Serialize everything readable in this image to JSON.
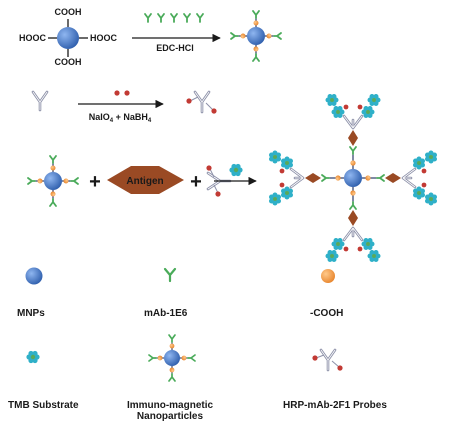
{
  "reaction1": {
    "group_top": "COOH",
    "group_left": "HOOC",
    "group_right": "HOOC",
    "group_bottom": "COOH",
    "reagent": "EDC-HCl"
  },
  "reaction2": {
    "reagent_main": "NaIO",
    "reagent_sub1": "4",
    "reagent_plus": " + NaBH",
    "reagent_sub2": "4"
  },
  "reaction3": {
    "antigen_label": "Antigen",
    "plus_sign": "+"
  },
  "legend": {
    "mnps": "MNPs",
    "mab": "mAb-1E6",
    "cooh": "-COOH",
    "tmb": "TMB Substrate",
    "immuno_line1": "Immuno-magnetic",
    "immuno_line2": "Nanoparticles",
    "hrp": "HRP-mAb-2F1 Probes"
  },
  "colors": {
    "particle": "#3f73c4",
    "carboxyl": "#ee9640",
    "antibody_green": "#4aab5a",
    "antibody_gray": "#8c90a8",
    "label_red": "#c23a34",
    "antigen": "#9a4a24",
    "tmb_petal": "#2fb0c8",
    "tmb_core": "#5aa85a"
  }
}
